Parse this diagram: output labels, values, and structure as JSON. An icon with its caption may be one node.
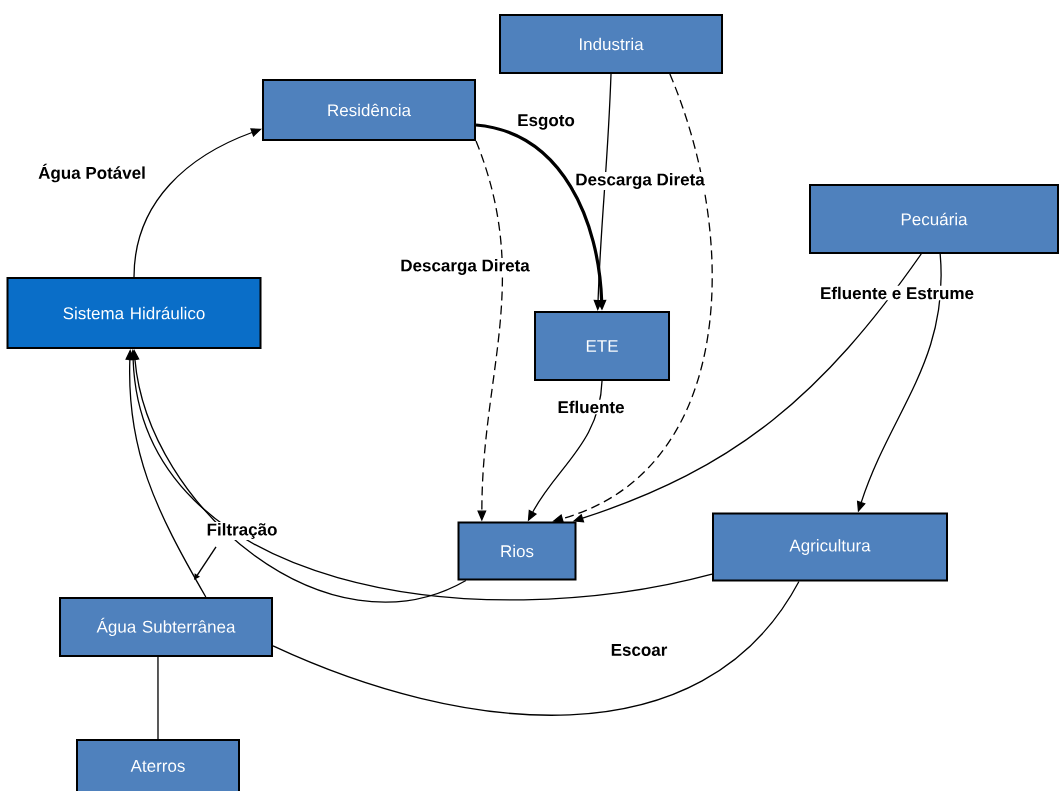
{
  "diagram": {
    "nodes": [
      {
        "text": [
          "Industria"
        ]
      },
      {
        "text": [
          "Residência"
        ]
      },
      {
        "text": [
          "Pecuária"
        ]
      },
      {
        "text": [
          "Sistema Hidráulico"
        ]
      },
      {
        "text": [
          "ETE"
        ]
      },
      {
        "text": [
          "Rios"
        ]
      },
      {
        "text": [
          "Agricultura"
        ]
      },
      {
        "text": [
          "Água Subterrânea"
        ]
      },
      {
        "text": [
          "Aterros"
        ]
      }
    ],
    "edges": [
      {
        "from": 3,
        "to": 1,
        "arrow": "to",
        "label": "Água Potável"
      },
      {
        "from": 1,
        "to": 4,
        "arrow": "to",
        "label": "Esgoto",
        "style": "thick"
      },
      {
        "from": 1,
        "to": 5,
        "arrow": "to",
        "label": "Descarga Direta",
        "style": "dashed"
      },
      {
        "from": 0,
        "to": 4,
        "arrow": "to",
        "label": "Descarga Direta"
      },
      {
        "from": 0,
        "to": 5,
        "arrow": "to",
        "style": "dashed"
      },
      {
        "from": 4,
        "to": 5,
        "arrow": "to",
        "label": "Efluente"
      },
      {
        "from": 2,
        "to": 5,
        "arrow": "to",
        "label": "Efluente e Estrume"
      },
      {
        "from": 2,
        "to": 6,
        "arrow": "to"
      },
      {
        "from": 5,
        "to": 3,
        "arrow": "to"
      },
      {
        "from": 6,
        "to": 3,
        "arrow": "to"
      },
      {
        "from": 7,
        "to": 3,
        "arrow": "to"
      },
      {
        "from": 6,
        "to": 7,
        "arrow": "none",
        "label": "Escoar"
      },
      {
        "from": 8,
        "to": 7,
        "arrow": "none"
      }
    ],
    "labels": [
      "Filtração"
    ]
  }
}
